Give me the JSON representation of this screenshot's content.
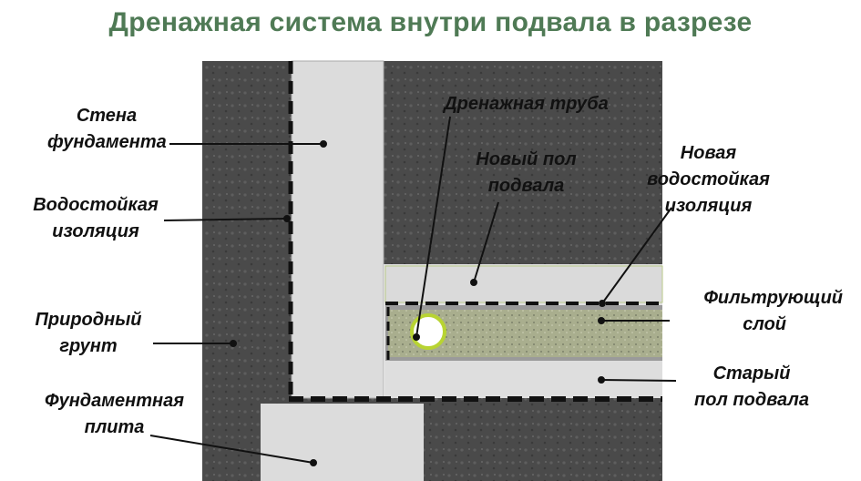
{
  "title": "Дренажная система внутри подвала в разрезе",
  "colors": {
    "title": "#4f7a55",
    "soil": "#4b4b4b",
    "concrete": "#dcdcdc",
    "filter": "#a7ad8c",
    "pipe_ring": "#b8d432"
  },
  "labels": {
    "wall": [
      "Стена",
      "фундамента"
    ],
    "waterproofing": [
      "Водостойкая",
      "изоляция"
    ],
    "soil": [
      "Природный",
      "грунт"
    ],
    "slab": [
      "Фундаментная",
      "плита"
    ],
    "pipe": [
      "Дренажная труба"
    ],
    "new_floor": [
      "Новый пол",
      "подвала"
    ],
    "new_waterproofing": [
      "Новая",
      "водостойкая",
      "изоляция"
    ],
    "filter": [
      "Фильтрующий",
      "слой"
    ],
    "old_floor": [
      "Старый",
      "пол подвала"
    ]
  }
}
